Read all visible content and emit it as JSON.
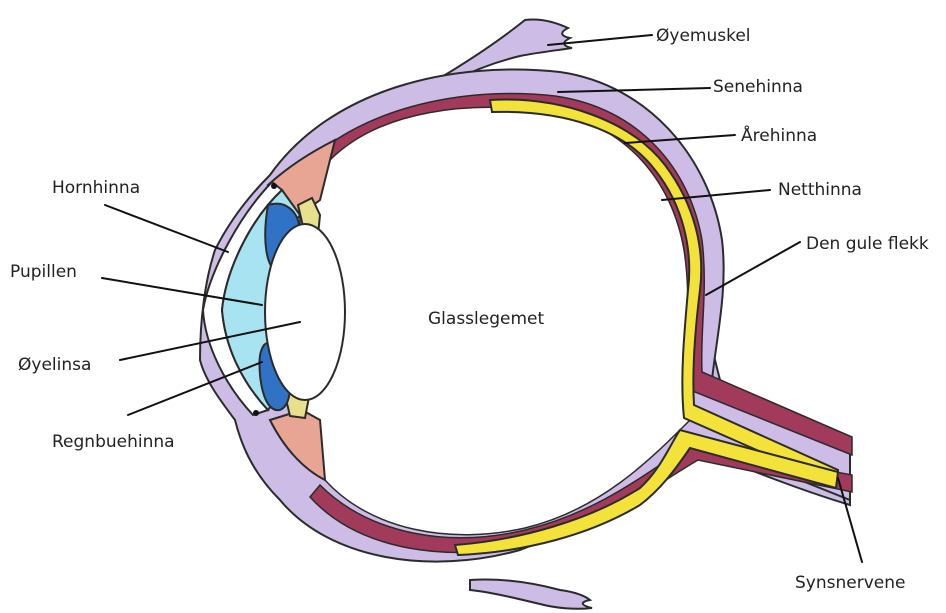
{
  "labels": {
    "oyemuskel": "Øyemuskel",
    "senehinna": "Senehinna",
    "arehinna": "Årehinna",
    "netthinna": "Netthinna",
    "den_gule_flekk": "Den gule flekk",
    "hornhinna": "Hornhinna",
    "pupillen": "Pupillen",
    "oyelinsa": "Øyelinsa",
    "regnbuehinna": "Regnbuehinna",
    "glasslegemet": "Glasslegemet",
    "synsnervene": "Synsnervene"
  },
  "colors": {
    "sclera": "#cdbde6",
    "choroid": "#a23a5c",
    "retina": "#f2e23a",
    "cornea_fluid": "#a8e3f2",
    "iris": "#2f72c6",
    "ciliary": "#e8a593",
    "suspensory": "#e8e08c",
    "lens": "#ffffff",
    "outline": "#2b2b2b"
  }
}
